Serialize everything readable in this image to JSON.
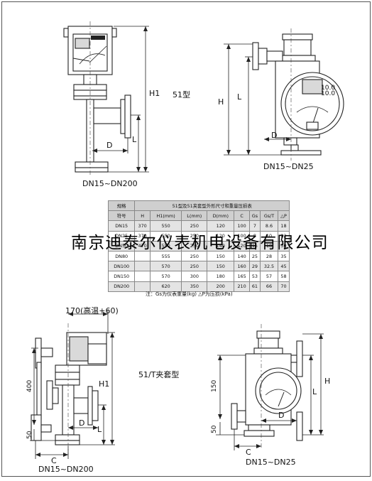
{
  "top_left_label": "DN15~DN200",
  "top_right_label": "DN15~DN25",
  "model_51": "51型",
  "model_51t": "51/T夹套型",
  "bottom_left_label": "DN15~DN200",
  "bottom_right_label": "DN15~DN25",
  "dims": {
    "H": "H",
    "H1": "H1",
    "L": "L",
    "D": "D",
    "C": "C",
    "d170": "170(高温+60)",
    "d400": "400",
    "d50": "50",
    "d150": "150"
  },
  "table": {
    "title": "51型及51夹套型外形尺寸和重量压损表",
    "corner_top": "规格",
    "corner_bottom": "符号",
    "headers": [
      "H",
      "H1(mm)",
      "L(mm)",
      "D(mm)",
      "C",
      "Gs",
      "Gs/T",
      "△P"
    ],
    "rows": [
      [
        "DN15",
        "370",
        "550",
        "250",
        "120",
        "100",
        "7",
        "8.6",
        "18"
      ],
      [
        "DN25",
        "370",
        "550",
        "250",
        "120",
        "100",
        "8",
        "10",
        "22"
      ],
      [
        "DN50",
        "470",
        "550",
        "250",
        "140",
        "120",
        "15",
        "18",
        "30"
      ],
      [
        "DN80",
        "",
        "555",
        "250",
        "150",
        "140",
        "25",
        "28",
        "35"
      ],
      [
        "DN100",
        "",
        "570",
        "250",
        "150",
        "160",
        "29",
        "32.5",
        "45"
      ],
      [
        "DN150",
        "",
        "570",
        "300",
        "180",
        "165",
        "53",
        "57",
        "58"
      ],
      [
        "DN200",
        "",
        "620",
        "350",
        "200",
        "210",
        "61",
        "66",
        "70"
      ]
    ]
  },
  "note": "注：Gs为仪表重量(kg)  △P为压损(kPa)",
  "watermark": "南京迪泰尔仪表机电设备有限公司",
  "meter": {
    "scale_top": "10.0",
    "scale_bottom": "10.0"
  }
}
